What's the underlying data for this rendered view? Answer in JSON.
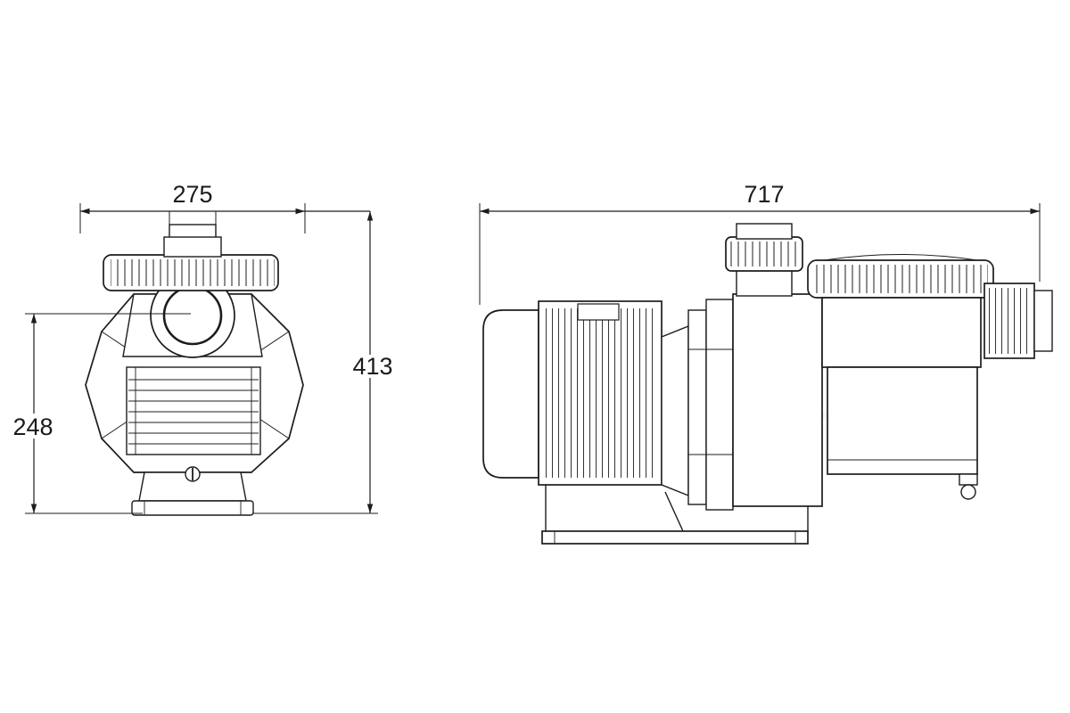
{
  "diagram": {
    "type": "technical_drawing",
    "dims": {
      "front_width": "275",
      "front_total_height": "413",
      "front_inlet_center_height": "248",
      "side_overall_length": "717"
    },
    "colors": {
      "line": "#1c1c1c",
      "background": "#ffffff",
      "watermark": "#9aa0a6"
    }
  }
}
